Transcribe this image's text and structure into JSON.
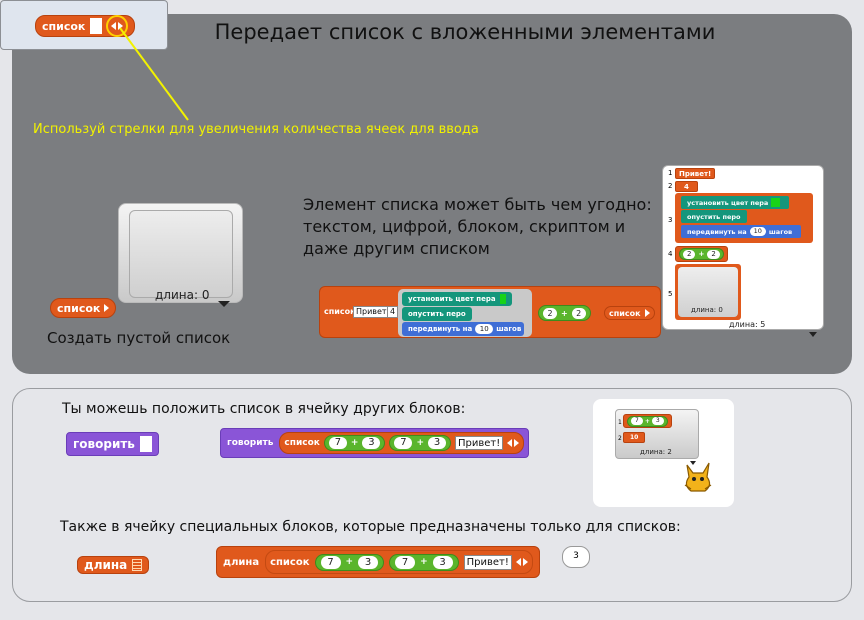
{
  "title": "Передает список с вложенными элементами",
  "hint": "Используй стрелки для увеличения количества ячеек для ввода",
  "description": "Элемент списка может быть чем угодно: текстом, цифрой, блоком, скриптом и даже другим списком",
  "empty_list_caption": "Создать пустой список",
  "blocks": {
    "list": "список",
    "say": "говорить",
    "length": "длина",
    "set_pen_color": "установить цвет пера",
    "pen_down": "опустить перо",
    "move": "передвинуть на",
    "steps": "шагов",
    "plus": "+",
    "hello": "Привет!",
    "four": "4",
    "two": "2",
    "ten": "10",
    "seven": "7",
    "three": "3"
  },
  "empty_watcher": {
    "length_label": "длина: 0"
  },
  "nested_watcher": {
    "length_label": "длина: 5",
    "inner_length_label": "длина: 0",
    "index_labels": [
      "1",
      "2",
      "3",
      "4",
      "5"
    ]
  },
  "bottom": {
    "line1": "Ты можешь положить список в ячейку других блоков:",
    "line2": "Также в ячейку специальных блоков, которые предназначены только для списков:",
    "result_bubble": "3",
    "small_watcher": {
      "length_label": "длина: 2",
      "index_labels": [
        "1",
        "2"
      ]
    }
  },
  "colors": {
    "list_block": "#e0591c",
    "operator": "#5ab52c",
    "pen": "#14967c",
    "motion": "#3f6ed6",
    "looks": "#8a55d7",
    "hint": "#f2f200"
  }
}
